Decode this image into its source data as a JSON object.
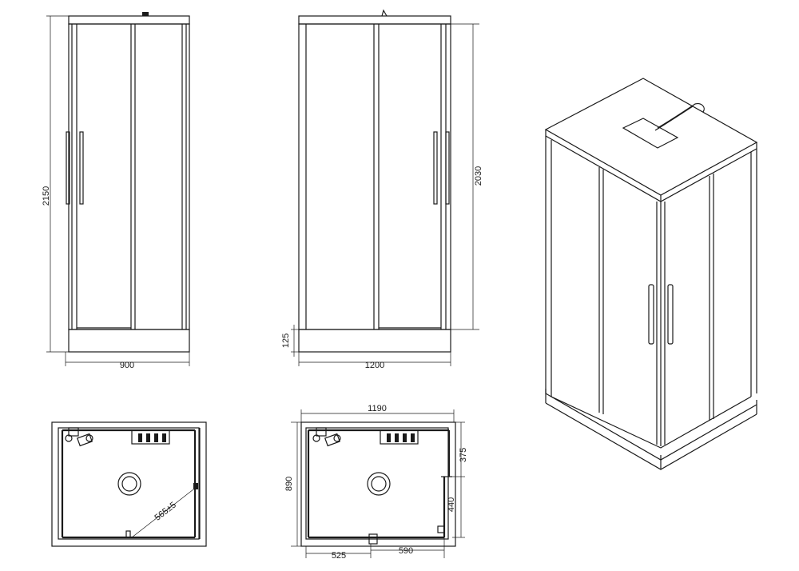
{
  "dimensions": {
    "side_height": "2150",
    "side_width": "900",
    "front_height": "2030",
    "front_tray": "125",
    "front_width": "1200",
    "plan_top_width": "1190",
    "plan_depth": "890",
    "plan_segment_375": "375",
    "plan_segment_440": "440",
    "plan_segment_525": "525",
    "plan_segment_590": "590",
    "waste_diagonal": "565±5"
  },
  "colors": {
    "line": "#1a1a1a",
    "background": "#ffffff"
  },
  "icons": {
    "drain": "circle-drain-icon",
    "valve": "mixer-valve-icon",
    "shelf": "caddy-shelf-icon"
  }
}
